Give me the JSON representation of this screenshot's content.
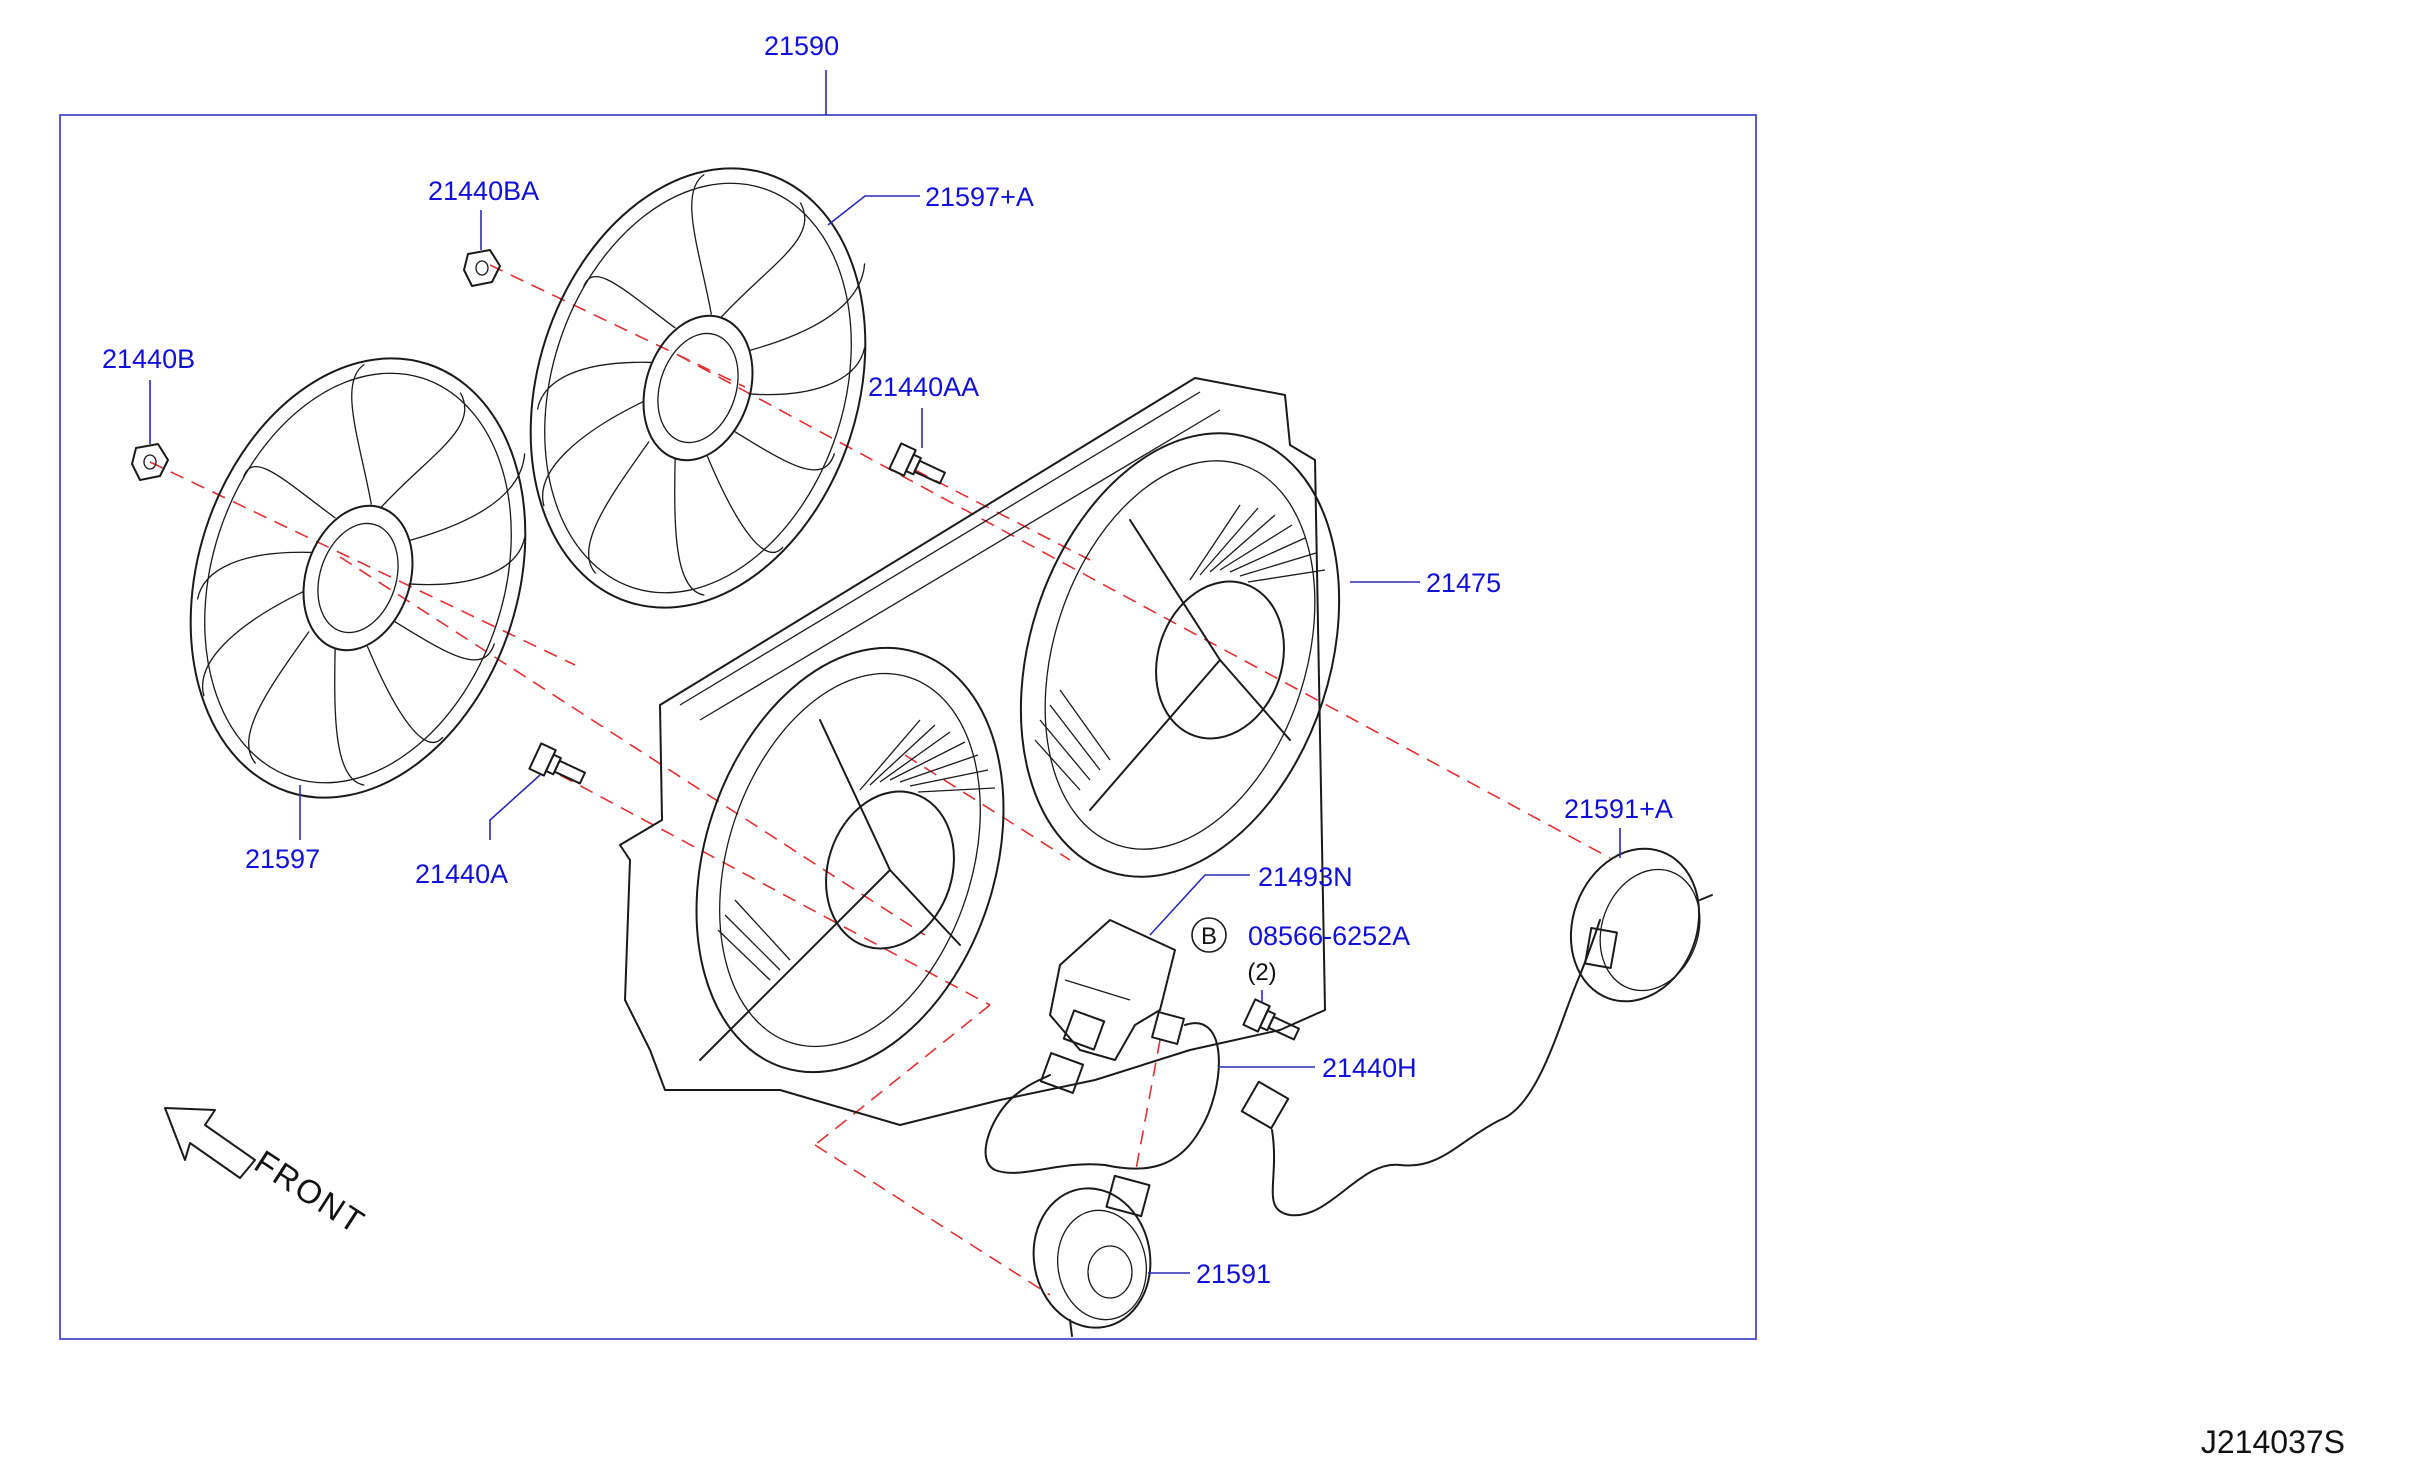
{
  "labels": {
    "assembly": "21590",
    "fan_blade_a": "21597+A",
    "fan_blade": "21597",
    "nut_ba": "21440BA",
    "nut_b": "21440B",
    "bolt_aa": "21440AA",
    "bolt_a": "21440A",
    "shroud": "21475",
    "motor_a": "21591+A",
    "motor": "21591",
    "resistor": "21493N",
    "bolt_code": "B",
    "bolt_part": "08566-6252A",
    "bolt_qty": "(2)",
    "harness": "21440H",
    "front": "FRONT"
  },
  "doc_id": "J214037S",
  "colors": {
    "callout_text": "#1010d8",
    "frame": "#4a4ac8",
    "centerline": "#e03030",
    "linework": "#1a1a1a"
  }
}
